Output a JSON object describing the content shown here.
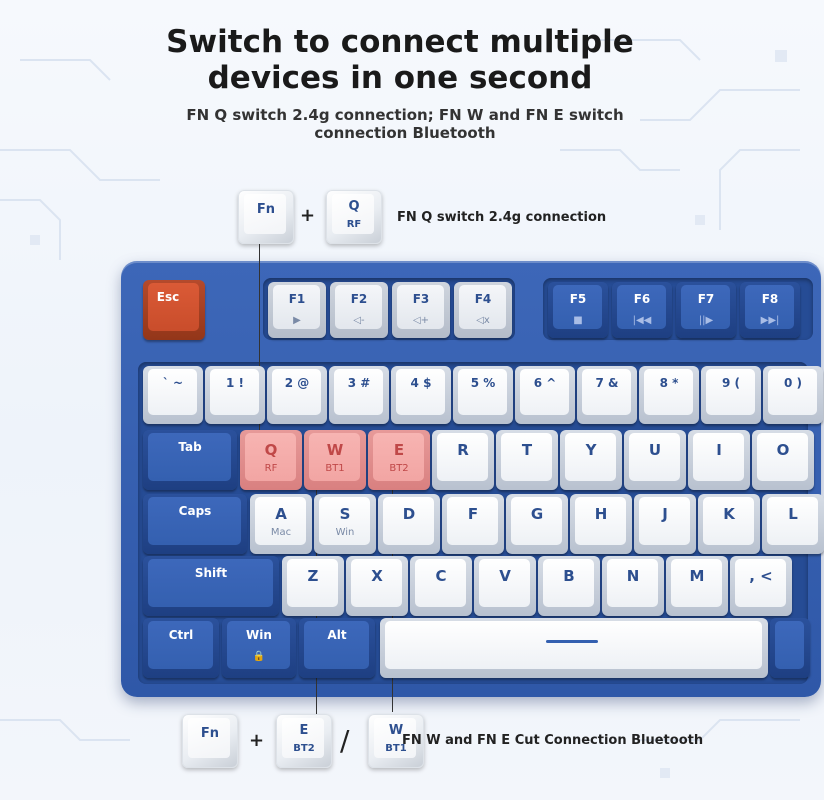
{
  "headline": {
    "title_line1": "Switch to connect multiple",
    "title_line2": "devices in one second",
    "subtitle": "FN Q switch 2.4g connection; FN W and FN E switch connection Bluetooth"
  },
  "top_callout": {
    "key1": {
      "label": "Fn"
    },
    "plus": "+",
    "key2": {
      "label": "Q",
      "sub": "RF"
    },
    "note": "FN Q switch 2.4g connection"
  },
  "bottom_callout": {
    "key1": {
      "label": "Fn"
    },
    "plus": "+",
    "key2": {
      "label": "E",
      "sub": "BT2"
    },
    "slash": "/",
    "key3": {
      "label": "W",
      "sub": "BT1"
    },
    "note": "FN W and FN E Cut Connection Bluetooth"
  },
  "keyboard": {
    "esc": "Esc",
    "f_row_left": [
      {
        "label": "F1",
        "sub": "▶"
      },
      {
        "label": "F2",
        "sub": "◁-"
      },
      {
        "label": "F3",
        "sub": "◁+"
      },
      {
        "label": "F4",
        "sub": "◁x"
      }
    ],
    "f_row_right": [
      {
        "label": "F5",
        "sub": "■"
      },
      {
        "label": "F6",
        "sub": "|◀◀"
      },
      {
        "label": "F7",
        "sub": "||▶"
      },
      {
        "label": "F8",
        "sub": "▶▶|"
      }
    ],
    "number_row": [
      "` ~",
      "1 !",
      "2 @",
      "3 #",
      "4 $",
      "5 %",
      "6 ^",
      "7 &",
      "8 *",
      "9 (",
      "0 )"
    ],
    "tab": "Tab",
    "q_row": [
      {
        "label": "Q",
        "sub": "RF",
        "hl": true
      },
      {
        "label": "W",
        "sub": "BT1",
        "hl": true
      },
      {
        "label": "E",
        "sub": "BT2",
        "hl": true
      },
      {
        "label": "R"
      },
      {
        "label": "T"
      },
      {
        "label": "Y"
      },
      {
        "label": "U"
      },
      {
        "label": "I"
      },
      {
        "label": "O"
      }
    ],
    "caps": "Caps",
    "a_row": [
      {
        "label": "A",
        "sub": "Mac"
      },
      {
        "label": "S",
        "sub": "Win"
      },
      {
        "label": "D"
      },
      {
        "label": "F"
      },
      {
        "label": "G"
      },
      {
        "label": "H"
      },
      {
        "label": "J"
      },
      {
        "label": "K"
      },
      {
        "label": "L"
      }
    ],
    "shift": "Shift",
    "z_row": [
      "Z",
      "X",
      "C",
      "V",
      "B",
      "N",
      "M",
      ", <"
    ],
    "ctrl": "Ctrl",
    "win": {
      "label": "Win",
      "sub": "🔒"
    },
    "alt": "Alt"
  },
  "colors": {
    "keyboard_body": "#3460b0",
    "highlight_key": "#f2a5a3",
    "esc_key": "#c94d2b",
    "legend": "#2d4f8f"
  }
}
